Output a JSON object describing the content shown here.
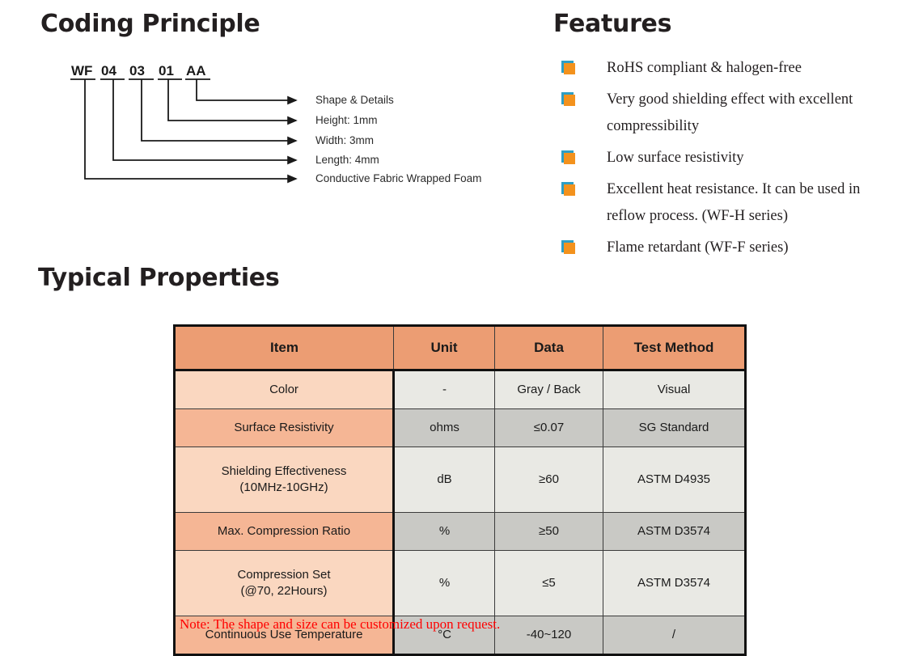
{
  "sections": {
    "coding_title": "Coding Principle",
    "features_title": "Features",
    "properties_title": "Typical Properties"
  },
  "coding_principle": {
    "code_segments": [
      "WF",
      "04",
      "03",
      "01",
      "AA"
    ],
    "labels": [
      "Shape & Details",
      "Height: 1mm",
      "Width: 3mm",
      "Length: 4mm",
      "Conductive Fabric Wrapped Foam"
    ]
  },
  "features": {
    "bullet_colors": {
      "front": "#f3921d",
      "back": "#2e9ec4"
    },
    "items": [
      "RoHS compliant & halogen-free",
      "Very good shielding effect with excellent compressibility",
      "Low surface resistivity",
      "Excellent heat resistance. It can be used in reflow process. (WF-H series)",
      "Flame retardant (WF-F series)"
    ]
  },
  "properties_table": {
    "colors": {
      "header": "#ec9d73",
      "item_light": "#fad7c0",
      "item_dark": "#f5b695",
      "cell_light": "#e9e9e4",
      "cell_dark": "#c9c9c5"
    },
    "headers": [
      "Item",
      "Unit",
      "Data",
      "Test Method"
    ],
    "rows": [
      {
        "item": "Color",
        "unit": "-",
        "data": "Gray / Back",
        "method": "Visual"
      },
      {
        "item": "Surface Resistivity",
        "unit": "ohms",
        "data": "≤0.07",
        "method": "SG Standard"
      },
      {
        "item": "Shielding Effectiveness\n(10MHz-10GHz)",
        "unit": "dB",
        "data": "≥60",
        "method": "ASTM D4935"
      },
      {
        "item": "Max. Compression Ratio",
        "unit": "%",
        "data": "≥50",
        "method": "ASTM D3574"
      },
      {
        "item": "Compression Set\n(@70, 22Hours)",
        "unit": "%",
        "data": "≤5",
        "method": "ASTM D3574"
      },
      {
        "item": "Continuous Use Temperature",
        "unit": "°C",
        "data": "-40~120",
        "method": "/"
      }
    ],
    "note": "Note: The shape and size can be customized upon request."
  }
}
